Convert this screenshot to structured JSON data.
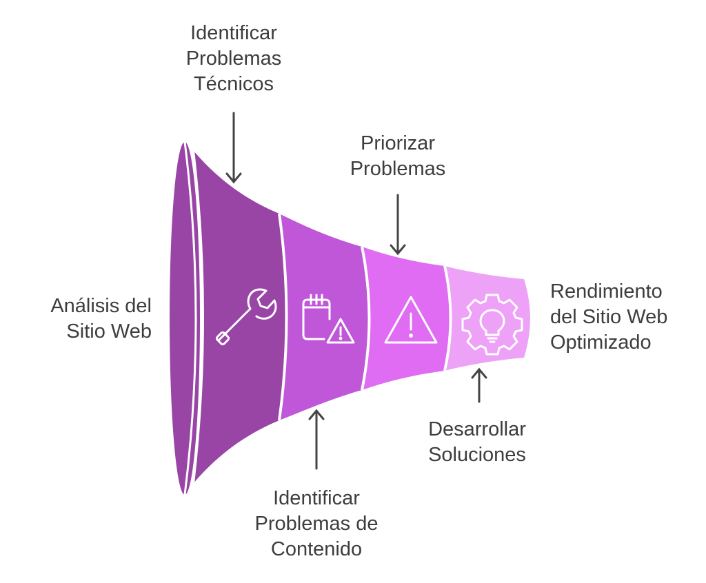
{
  "colors": {
    "segment_1": "#9845a6",
    "segment_2": "#c057d8",
    "segment_3": "#df6cf2",
    "segment_4": "#eea2f7",
    "divider": "#ffffff",
    "text": "#3d3d3d",
    "arrow": "#444444"
  },
  "labels": {
    "input": [
      "Análisis del",
      "Sitio Web"
    ],
    "step1": [
      "Identificar",
      "Problemas",
      "Técnicos"
    ],
    "step2": [
      "Identificar",
      "Problemas de",
      "Contenido"
    ],
    "step3": [
      "Priorizar",
      "Problemas"
    ],
    "step4": [
      "Desarrollar",
      "Soluciones"
    ],
    "output": [
      "Rendimiento",
      "del Sitio Web",
      "Optimizado"
    ]
  },
  "icons": [
    "wrench-icon",
    "calendar-warning-icon",
    "warning-triangle-icon",
    "gear-bulb-icon"
  ]
}
